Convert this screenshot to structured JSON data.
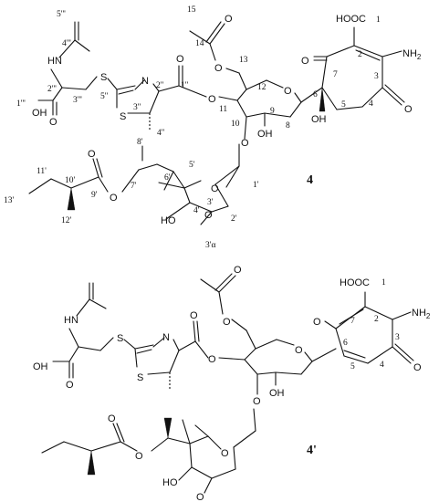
{
  "compound_labels": {
    "top": "4",
    "bottom": "4'"
  },
  "atoms": {
    "hooc": "HOOC",
    "nh2": "NH",
    "nh2_sub": "2",
    "o": "O",
    "oh": "OH",
    "ho": "HO",
    "n": "N",
    "s": "S",
    "hn": "HN"
  },
  "numbering": {
    "c1": "1",
    "c2": "2",
    "c3": "3",
    "c4": "4",
    "c5": "5",
    "c6": "6",
    "c7": "7",
    "c8": "8",
    "c9": "9",
    "c10": "10",
    "c11": "11",
    "c12": "12",
    "c13": "13",
    "c14": "14",
    "c15": "15",
    "p1": "1'",
    "p2": "2'",
    "p3": "3'",
    "p3a": "3'α",
    "p4": "4'",
    "p5": "5'",
    "p6": "6'",
    "p7": "7'",
    "p8": "8'",
    "p9": "9'",
    "p10": "10'",
    "p11": "11'",
    "p12": "12'",
    "p13": "13'",
    "dp1": "1''",
    "dp2": "2''",
    "dp3": "3''",
    "dp4": "4''",
    "dp5": "5''",
    "tp1": "1'''",
    "tp2": "2'''",
    "tp3": "3'''",
    "tp4": "4'''",
    "tp5": "5'''"
  }
}
